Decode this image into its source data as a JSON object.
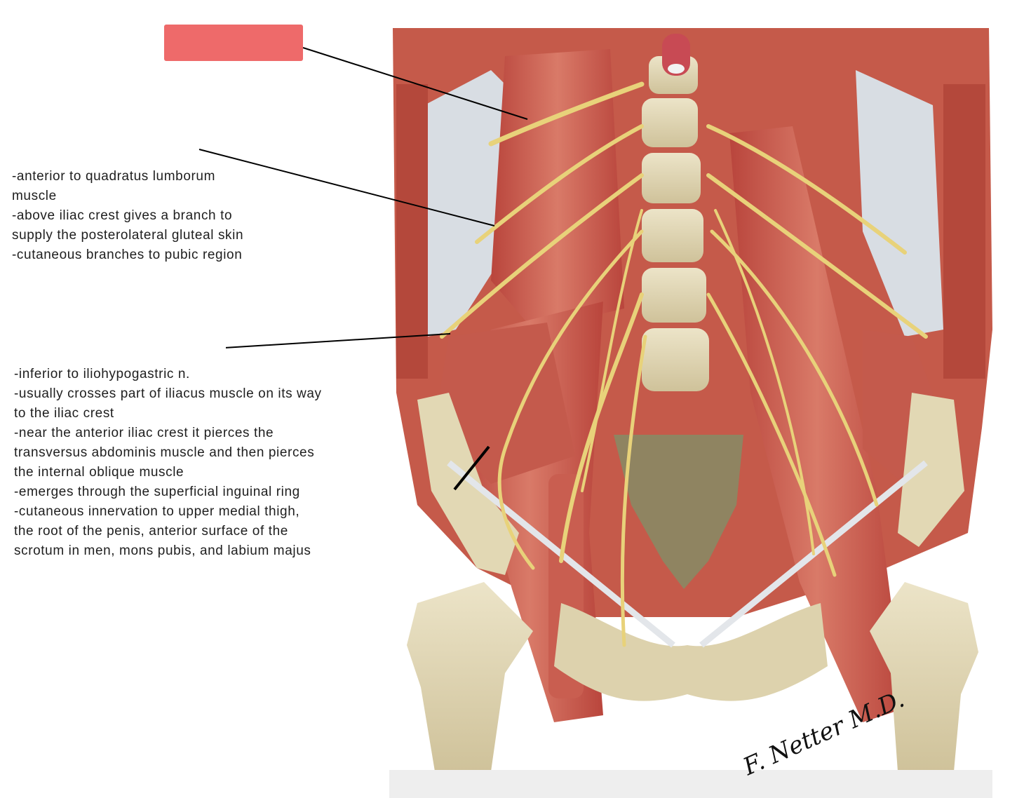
{
  "label_redaction_color": "#ee6a6a",
  "notes_iliohypogastric": [
    "-anterior to quadratus lumborum",
    "muscle",
    "-above iliac crest gives a branch to",
    "supply the posterolateral gluteal skin",
    "-cutaneous branches to pubic region"
  ],
  "notes_ilioinguinal": [
    "-inferior to iliohypogastric n.",
    "-usually crosses part of iliacus muscle on its way",
    "to the iliac crest",
    "-near the anterior iliac crest it pierces the",
    "transversus abdominis muscle and then pierces",
    "the internal oblique muscle",
    "-emerges through the superficial inguinal ring",
    "-cutaneous innervation to upper medial thigh,",
    "the root of the penis, anterior surface of the",
    "scrotum in men, mons pubis, and labium majus"
  ],
  "signature": "F. Netter M.D."
}
